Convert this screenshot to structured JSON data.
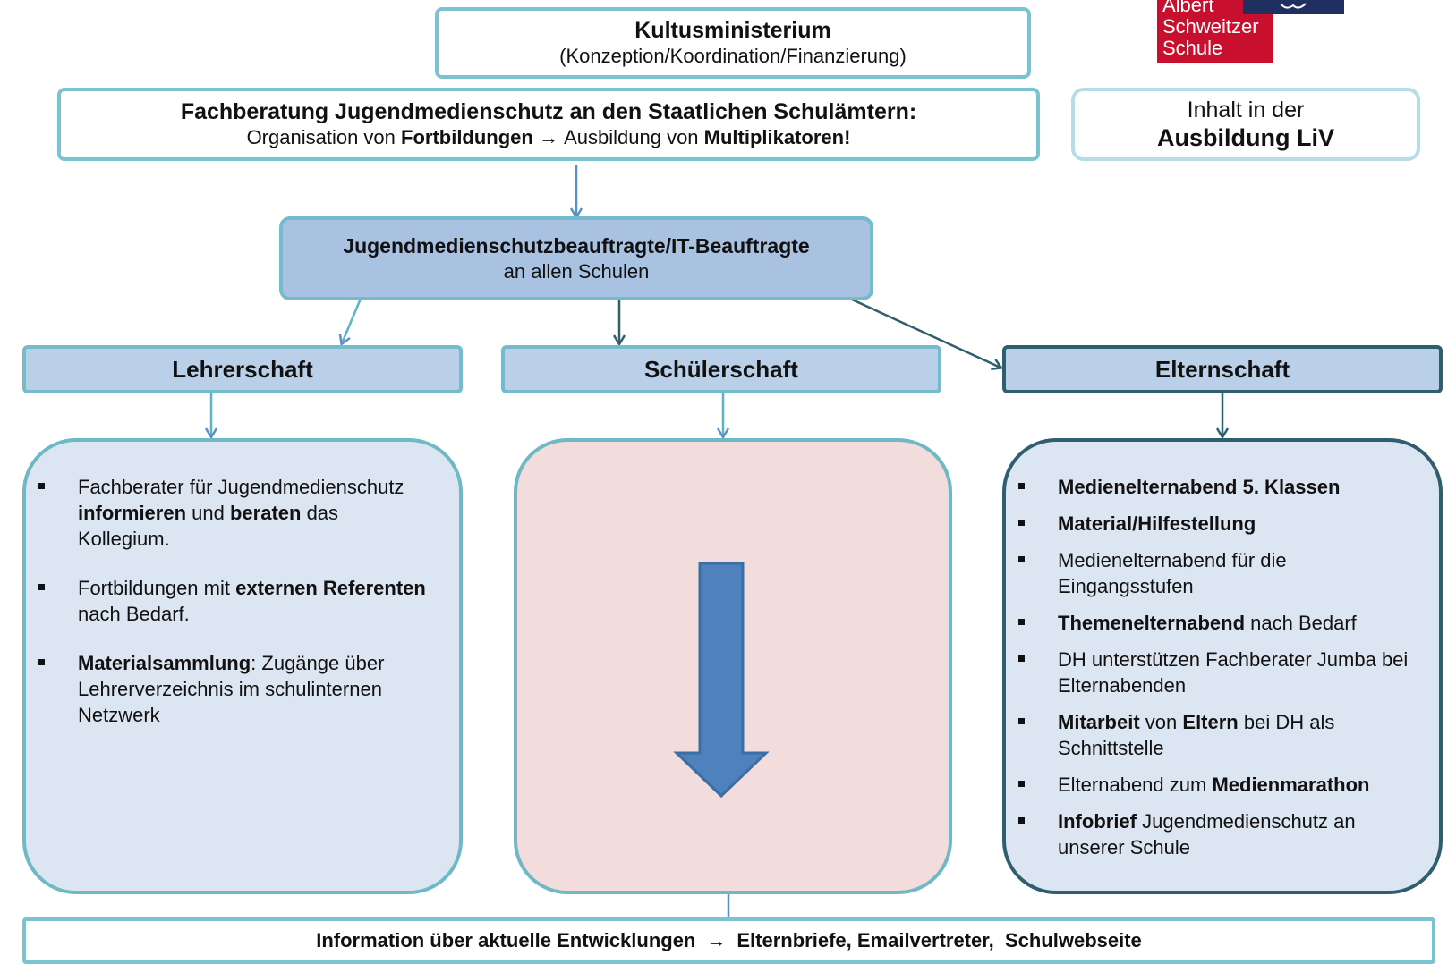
{
  "logo": {
    "line1": "Albert",
    "line2": "Schweitzer",
    "line3": "Schule"
  },
  "ministry": {
    "title": "Kultusministerium",
    "subtitle": "(Konzeption/Koordination/Finanzierung)"
  },
  "fachberatung": {
    "title": "Fachberatung Jugendmedienschutz an den Staatlichen Schulämtern:",
    "line2": [
      {
        "text": "Organisation von ",
        "bold": false
      },
      {
        "text": "Fortbildungen",
        "bold": true
      },
      {
        "text": " → ",
        "bold": true
      },
      {
        "text": "Ausbildung von ",
        "bold": false
      },
      {
        "text": "Multiplikatoren!",
        "bold": true
      }
    ]
  },
  "liv": {
    "line1": "Inhalt in der",
    "line2": "Ausbildung LiV"
  },
  "beauftragte": {
    "title": "Jugendmedienschutzbeauftragte/IT-Beauftragte",
    "subtitle": "an allen Schulen"
  },
  "columns": {
    "lehrer": "Lehrerschaft",
    "schueler": "Schülerschaft",
    "eltern": "Elternschaft"
  },
  "lehrer_items": [
    [
      {
        "text": "Fachberater für Jugendmedienschutz ",
        "bold": false
      },
      {
        "text": "informieren",
        "bold": true
      },
      {
        "text": " und ",
        "bold": false
      },
      {
        "text": "beraten",
        "bold": true
      },
      {
        "text": " das Kollegium.",
        "bold": false
      }
    ],
    [
      {
        "text": "Fortbildungen mit ",
        "bold": false
      },
      {
        "text": "externen Referenten",
        "bold": true
      },
      {
        "text": " nach Bedarf.",
        "bold": false
      }
    ],
    [
      {
        "text": "Materialsammlung",
        "bold": true
      },
      {
        "text": ": Zugänge über Lehrerverzeichnis im schulinternen Netzwerk",
        "bold": false
      }
    ]
  ],
  "eltern_items": [
    [
      {
        "text": "Medienelternabend 5. Klassen",
        "bold": true
      }
    ],
    [
      {
        "text": "Material/Hilfestellung",
        "bold": true
      }
    ],
    [
      {
        "text": "Medienelternabend für die Eingangsstufen",
        "bold": false
      }
    ],
    [
      {
        "text": "Themenelternabend",
        "bold": true
      },
      {
        "text": " nach Bedarf",
        "bold": false
      }
    ],
    [
      {
        "text": "DH unterstützen Fachberater Jumba bei Elternabenden",
        "bold": false
      }
    ],
    [
      {
        "text": "Mitarbeit",
        "bold": true
      },
      {
        "text": " von ",
        "bold": false
      },
      {
        "text": "Eltern",
        "bold": true
      },
      {
        "text": " bei DH als Schnittstelle",
        "bold": false
      }
    ],
    [
      {
        "text": "Elternabend zum ",
        "bold": false
      },
      {
        "text": "Medienmarathon",
        "bold": true
      }
    ],
    [
      {
        "text": "Infobrief",
        "bold": true
      },
      {
        "text": " Jugendmedienschutz an unserer Schule",
        "bold": false
      }
    ]
  ],
  "footer": {
    "left": "Information über aktuelle Entwicklungen",
    "arrow": "→",
    "right": "Elternbriefe, Emailvertreter,  Schulwebseite"
  },
  "colors": {
    "teal_border": "#74bccb",
    "header_fill": "#b9d0e8",
    "blue_fill": "#dce6f2",
    "pink_fill": "#f2dcdc",
    "big_arrow": "#4f81bd",
    "dark_border": "#2f5f6f",
    "logo_red": "#c8102e",
    "logo_navy": "#1f2f5f"
  }
}
